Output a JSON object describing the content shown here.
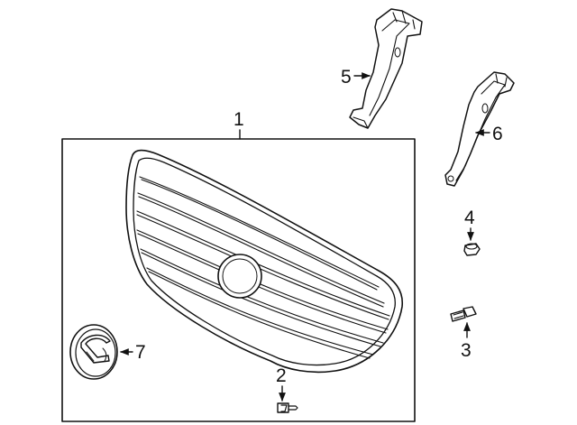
{
  "diagram": {
    "callouts": {
      "c1": "1",
      "c2": "2",
      "c3": "3",
      "c4": "4",
      "c5": "5",
      "c6": "6",
      "c7": "7"
    },
    "colors": {
      "line": "#111111",
      "background": "#ffffff"
    }
  }
}
